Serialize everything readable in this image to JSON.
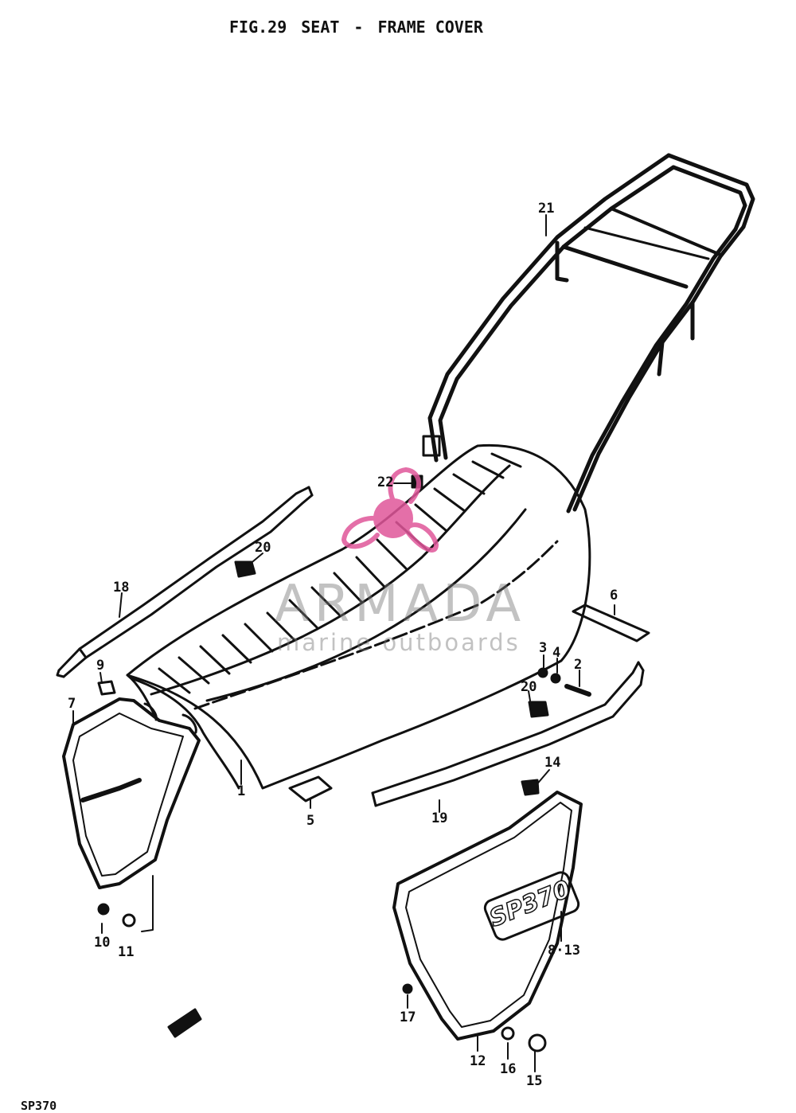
{
  "header": {
    "fig": "FIG.29",
    "title_a": "SEAT",
    "dash": "-",
    "title_b": "FRAME COVER"
  },
  "footer": {
    "code": "SP370"
  },
  "watermark": {
    "brand": "ARMADA",
    "tagline": "marine outboards",
    "logo_color": "#e0569a"
  },
  "badge_text": "SP370",
  "callouts": [
    {
      "id": "c21",
      "label": "21"
    },
    {
      "id": "c22",
      "label": "22"
    },
    {
      "id": "c20a",
      "label": "20"
    },
    {
      "id": "c18",
      "label": "18"
    },
    {
      "id": "c6",
      "label": "6"
    },
    {
      "id": "c9",
      "label": "9"
    },
    {
      "id": "c3",
      "label": "3"
    },
    {
      "id": "c4",
      "label": "4"
    },
    {
      "id": "c2",
      "label": "2"
    },
    {
      "id": "c20b",
      "label": "20"
    },
    {
      "id": "c7",
      "label": "7"
    },
    {
      "id": "c1",
      "label": "1"
    },
    {
      "id": "c14",
      "label": "14"
    },
    {
      "id": "c5",
      "label": "5"
    },
    {
      "id": "c19",
      "label": "19"
    },
    {
      "id": "c10",
      "label": "10"
    },
    {
      "id": "c11",
      "label": "11"
    },
    {
      "id": "c813",
      "label": "8·13"
    },
    {
      "id": "c17",
      "label": "17"
    },
    {
      "id": "c12",
      "label": "12"
    },
    {
      "id": "c16",
      "label": "16"
    },
    {
      "id": "c15",
      "label": "15"
    }
  ]
}
